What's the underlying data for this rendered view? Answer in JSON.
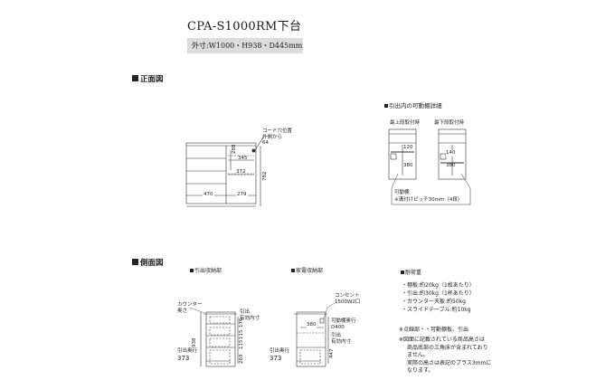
{
  "header": {
    "title": "CPA-S1000RM下台",
    "dimensions": "外寸:W1000・H938・D445mm"
  },
  "sections": {
    "front_view": "正面図",
    "side_view": "側面図",
    "drawer_adjust": "引出内の可動棚詳細",
    "drawer_storage": "引出収納部",
    "appliance_storage": "家電収納部",
    "load_capacity": "耐荷重"
  },
  "front": {
    "cord_label": [
      "コード穴位置",
      "外側から"
    ],
    "cord_value": "64",
    "dim_288": "288",
    "dim_345": "345",
    "dim_372": "372",
    "dim_782": "782",
    "dim_470": "470",
    "dim_279": "279"
  },
  "drawer_detail": {
    "top_label": "最上段取付時",
    "bottom_label": "最下段取付時",
    "top_dim_upper": "120",
    "top_dim_lower": "380",
    "bottom_dim_upper": "140",
    "bottom_dim_lower": "380",
    "movable_shelf": "可動棚",
    "pitch_note": "※溝付けピッチ30mm（4段）"
  },
  "side_drawer": {
    "counter_label": [
      "カウンター",
      "奥さ"
    ],
    "drawer_label": [
      "引出",
      "有効内寸"
    ],
    "depth_label": "引出奥行",
    "depth_value": "373",
    "dim_938": "938",
    "dim_176": "176",
    "dim_115a": "115",
    "dim_115b": "115",
    "dim_269": "269"
  },
  "side_appliance": {
    "outlet_label": [
      "コンセント",
      "1500W2口"
    ],
    "dim_380": "380",
    "shelf_label": [
      "可動棚奥行",
      "D400"
    ],
    "drawer_label": [
      "引出",
      "有効内寸"
    ],
    "depth_label": "引出奥行",
    "depth_value": "373",
    "dim_447": "447"
  },
  "loads": {
    "items": [
      "・棚板:約20kg（1枚あたり）",
      "・引出:約30kg（1杯あたり）",
      "・カウンター天板:約50kg",
      "・スライドテーブル:約10kg"
    ],
    "dotted_note": "※点線部・・可動棚板、引出",
    "note_lines": [
      "※図面に記載されている商品高さは",
      "商品底部の三角床が含まれており",
      "ません。",
      "実際の高さは表記のプラス3mmに",
      "なります。"
    ]
  }
}
